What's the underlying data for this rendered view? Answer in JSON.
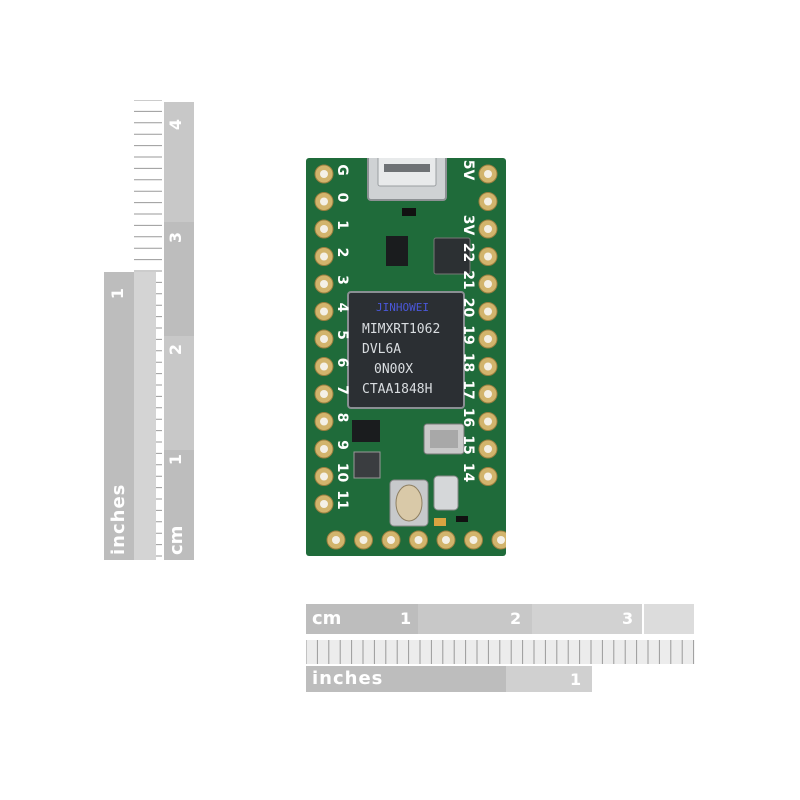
{
  "rulers": {
    "horizontal": {
      "cm_label": "cm",
      "cm_ticks": [
        "1",
        "2",
        "3"
      ],
      "inch_label": "inches",
      "inch_ticks": [
        "1"
      ]
    },
    "vertical": {
      "cm_label": "cm",
      "cm_ticks": [
        "1",
        "2",
        "3",
        "4"
      ],
      "inch_label": "inches",
      "inch_ticks": [
        "1"
      ]
    }
  },
  "board": {
    "pcb_color": "#1f6b3a",
    "left_pins": [
      "G",
      "0",
      "1",
      "2",
      "3",
      "4",
      "5",
      "6",
      "7",
      "8",
      "9",
      "10",
      "11"
    ],
    "right_pins": [
      "5V",
      "",
      "3V",
      "22",
      "21",
      "20",
      "19",
      "18",
      "17",
      "16",
      "15",
      "14"
    ],
    "chip": {
      "logo": "JINHOWEI",
      "lines": [
        "MIMXRT1062",
        "DVL6A",
        "0N00X",
        "CTAA1848H"
      ]
    }
  }
}
